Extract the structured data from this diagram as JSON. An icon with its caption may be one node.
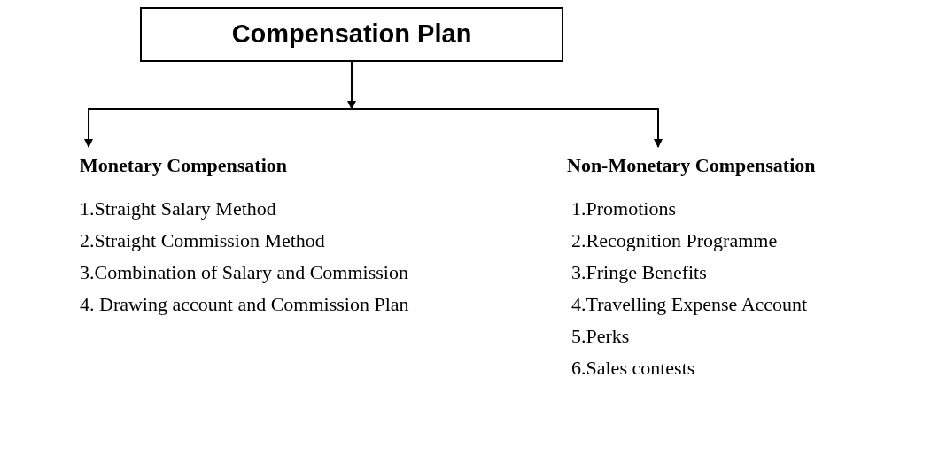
{
  "diagram": {
    "nodes": [
      {
        "text": [
          "Compensation Plan"
        ]
      },
      {
        "text": [
          "Monetary Compensation"
        ]
      },
      {
        "text": [
          "Non-Monetary Compensation"
        ]
      }
    ],
    "edges": [
      {
        "from": 0,
        "to": 1,
        "arrow": "to"
      },
      {
        "from": 0,
        "to": 2,
        "arrow": "to"
      }
    ],
    "labels": [
      "1.Straight Salary Method",
      "2.Straight Commission Method",
      "3.Combination of Salary and Commission",
      "4. Drawing account and Commission Plan",
      "1.Promotions",
      "2.Recognition Programme",
      "3.Fringe Benefits",
      "4.Travelling Expense Account",
      "5.Perks",
      "6.Sales contests"
    ]
  }
}
